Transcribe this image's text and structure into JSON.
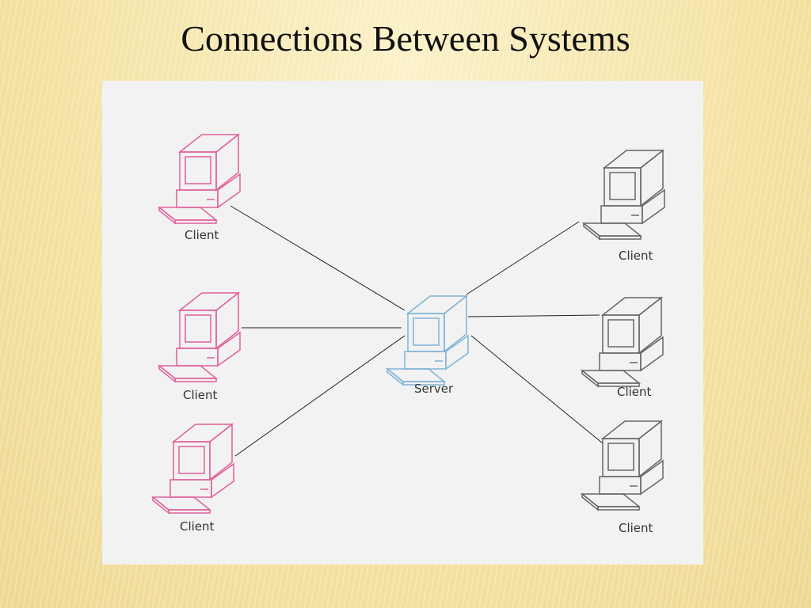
{
  "slide": {
    "title": "Connections Between Systems"
  },
  "diagram": {
    "server": {
      "label": "Server",
      "color": "#7fb3d5"
    },
    "clients_left": [
      {
        "label": "Client",
        "color": "#e0609a"
      },
      {
        "label": "Client",
        "color": "#e0609a"
      },
      {
        "label": "Client",
        "color": "#e0609a"
      }
    ],
    "clients_right": [
      {
        "label": "Client",
        "color": "#666666"
      },
      {
        "label": "Client",
        "color": "#666666"
      },
      {
        "label": "Client",
        "color": "#666666"
      }
    ]
  }
}
